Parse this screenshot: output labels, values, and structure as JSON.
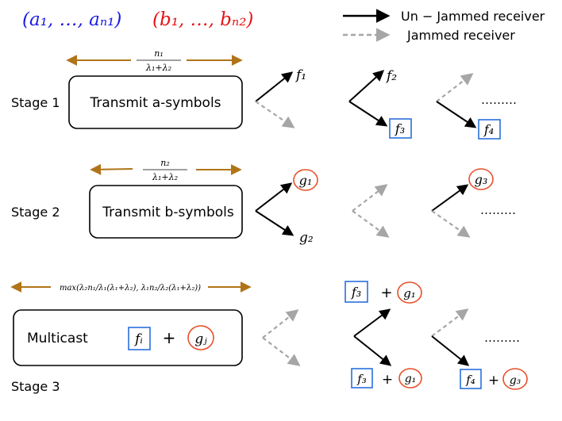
{
  "colors": {
    "blue": "#1a1ae6",
    "red": "#e81414",
    "brown": "#b07418",
    "gray": "#a6a6a6",
    "black": "#000000",
    "box_blue": "#2a6fdc",
    "circle_red": "#e8502a"
  },
  "header": {
    "a_sequence": "(a₁, …, aₙ₁)",
    "b_sequence": "(b₁, …, bₙ₂)"
  },
  "legend": {
    "unjammed": "Un − Jammed receiver",
    "jammed": "Jammed receiver"
  },
  "stages": {
    "s1": {
      "label": "Stage 1",
      "box_text": "Transmit a-symbols",
      "dur_num": "n₁",
      "dur_den": "λ₁+λ₂",
      "out_top": "f₁",
      "out_mid": "f₂",
      "out_box_a": "f₃",
      "out_box_b": "f₄",
      "dots": "………"
    },
    "s2": {
      "label": "Stage 2",
      "box_text": "Transmit b-symbols",
      "dur_num": "n₂",
      "dur_den": "λ₁+λ₂",
      "out_circ_a": "g₁",
      "out_bottom": "g₂",
      "out_circ_b": "g₃",
      "dots": "………"
    },
    "s3": {
      "label": "Stage 3",
      "box_text": "Multicast",
      "box_f": "fᵢ",
      "box_plus": "+",
      "box_g": "gⱼ",
      "duration": "max(λ₂n₁/λ₁(λ₁+λ₂), λ₁n₂/λ₂(λ₁+λ₂))",
      "top_f": "f₃",
      "top_plus": "+",
      "top_g": "g₁",
      "bot1_f": "f₃",
      "bot1_plus": "+",
      "bot1_g": "g₁",
      "bot2_f": "f₄",
      "bot2_plus": "+",
      "bot2_g": "g₃",
      "dots": "………"
    }
  }
}
